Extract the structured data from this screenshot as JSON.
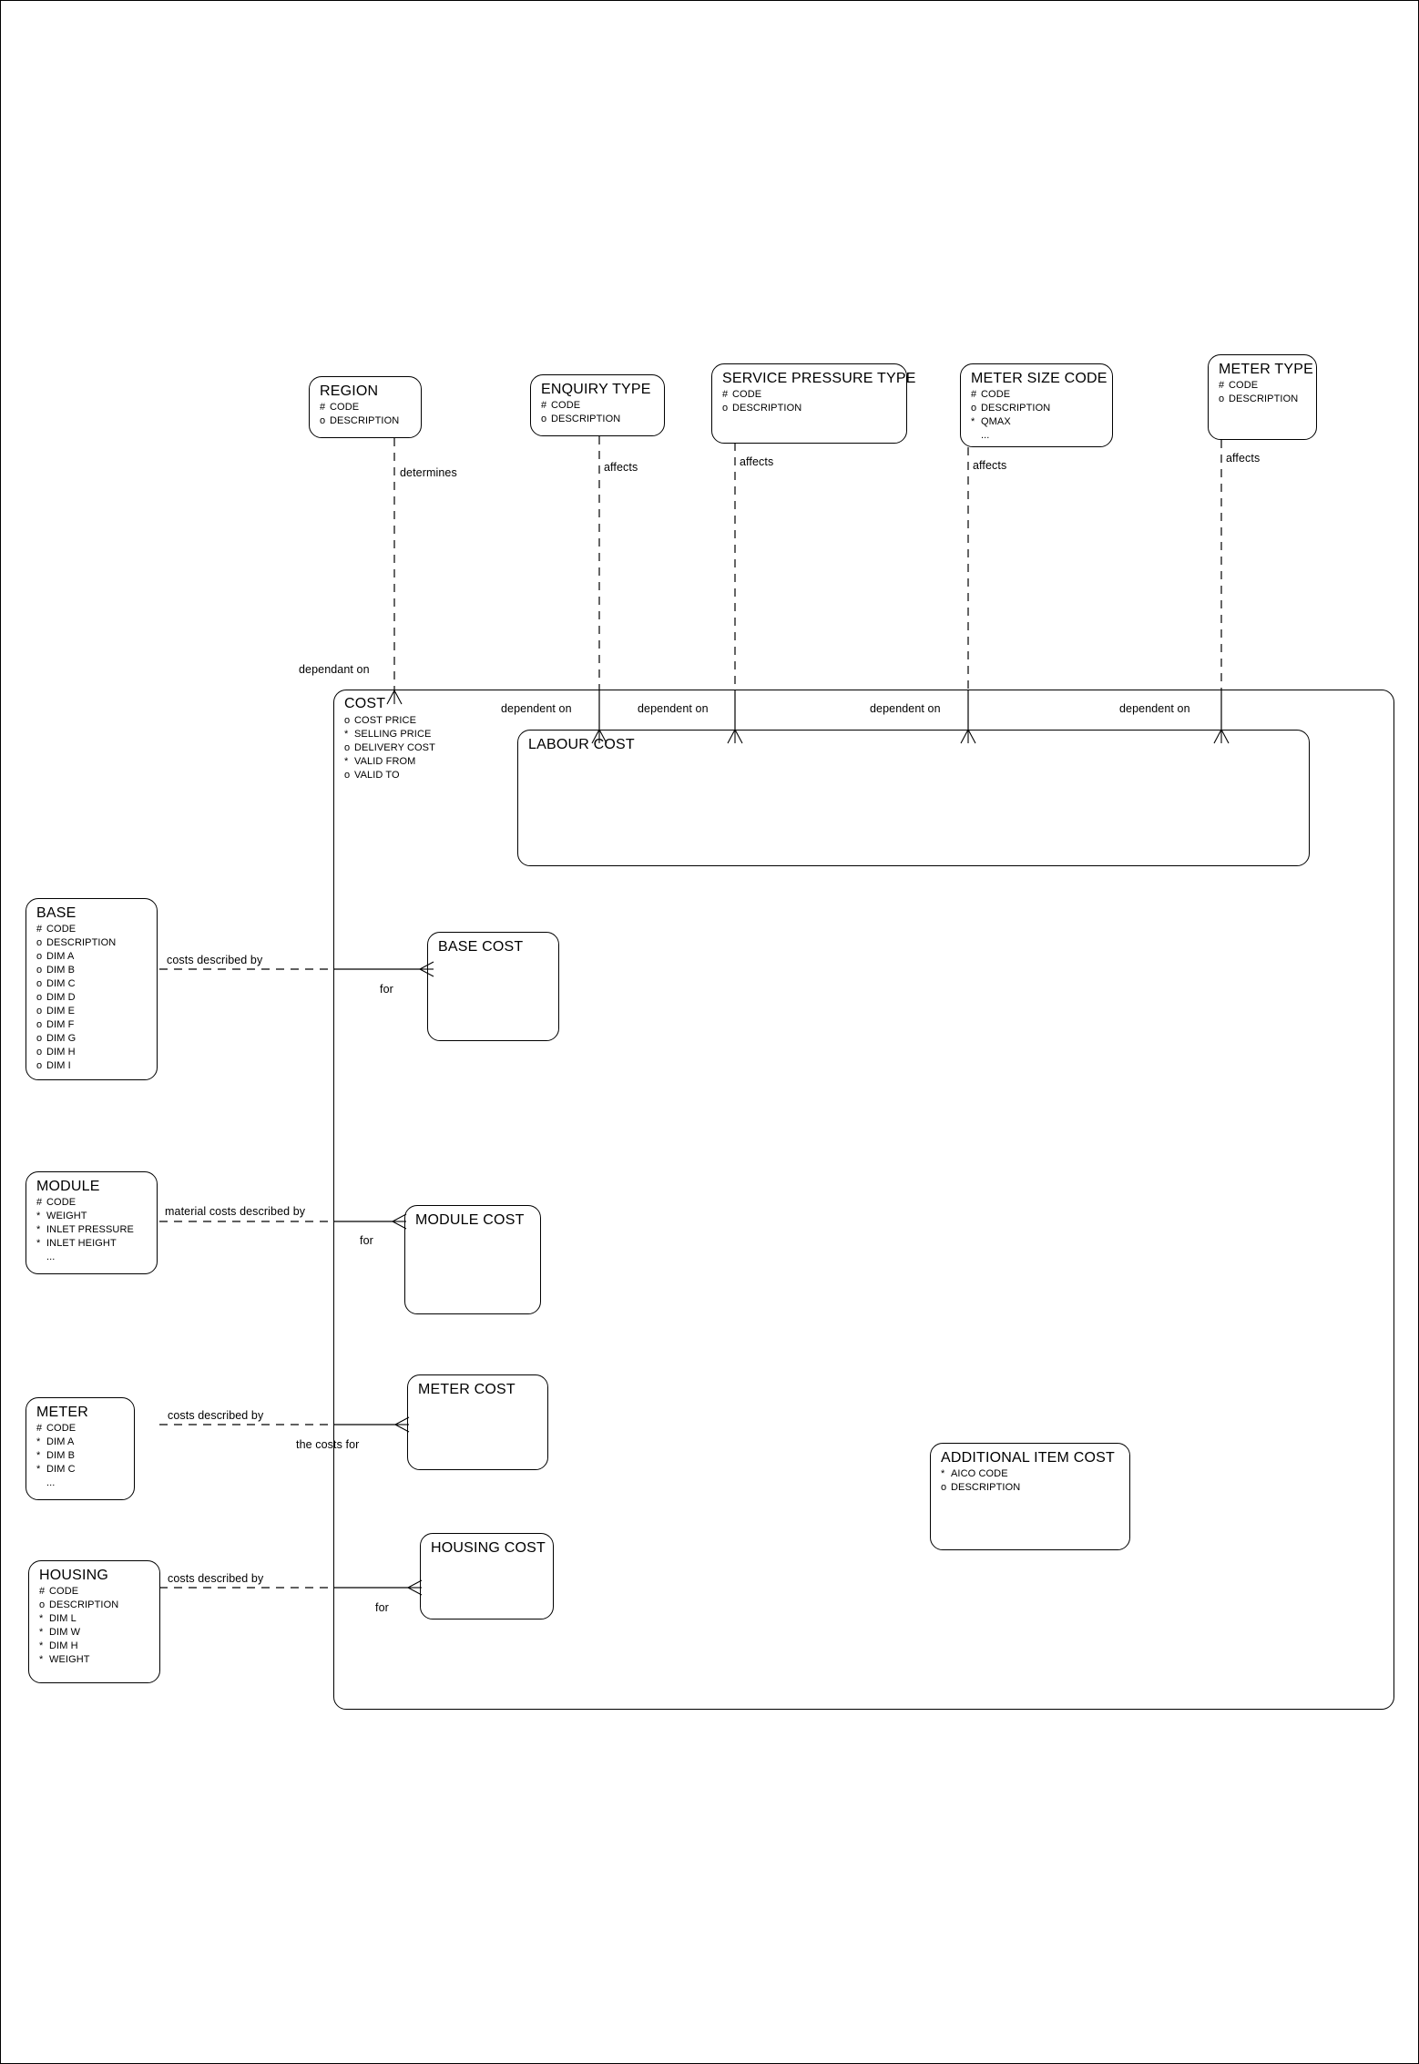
{
  "diagram": {
    "title": "Cost Model Entity Relationship Diagram",
    "notation": "barker-erd",
    "stroke_color": "#000000",
    "background_color": "#ffffff"
  },
  "entities": {
    "region": {
      "name": "REGION",
      "attributes": [
        {
          "mark": "#",
          "label": "CODE"
        },
        {
          "mark": "o",
          "label": "DESCRIPTION"
        }
      ]
    },
    "enquiry_type": {
      "name": "ENQUIRY TYPE",
      "attributes": [
        {
          "mark": "#",
          "label": "CODE"
        },
        {
          "mark": "o",
          "label": "DESCRIPTION"
        }
      ]
    },
    "service_pressure_type": {
      "name": "SERVICE PRESSURE TYPE",
      "attributes": [
        {
          "mark": "#",
          "label": "CODE"
        },
        {
          "mark": "o",
          "label": "DESCRIPTION"
        }
      ]
    },
    "meter_size_code": {
      "name": "METER SIZE CODE",
      "attributes": [
        {
          "mark": "#",
          "label": "CODE"
        },
        {
          "mark": "o",
          "label": "DESCRIPTION"
        },
        {
          "mark": "*",
          "label": "QMAX"
        },
        {
          "mark": "",
          "label": "..."
        }
      ]
    },
    "meter_type": {
      "name": "METER TYPE",
      "attributes": [
        {
          "mark": "#",
          "label": "CODE"
        },
        {
          "mark": "o",
          "label": "DESCRIPTION"
        }
      ]
    },
    "cost": {
      "name": "COST",
      "attributes": [
        {
          "mark": "o",
          "label": "COST PRICE"
        },
        {
          "mark": "*",
          "label": "SELLING PRICE"
        },
        {
          "mark": "o",
          "label": "DELIVERY COST"
        },
        {
          "mark": "*",
          "label": "VALID FROM"
        },
        {
          "mark": "o",
          "label": "VALID TO"
        }
      ]
    },
    "labour_cost": {
      "name": "LABOUR COST",
      "attributes": []
    },
    "base": {
      "name": "BASE",
      "attributes": [
        {
          "mark": "#",
          "label": "CODE"
        },
        {
          "mark": "o",
          "label": "DESCRIPTION"
        },
        {
          "mark": "o",
          "label": "DIM A"
        },
        {
          "mark": "o",
          "label": "DIM B"
        },
        {
          "mark": "o",
          "label": "DIM C"
        },
        {
          "mark": "o",
          "label": "DIM D"
        },
        {
          "mark": "o",
          "label": "DIM E"
        },
        {
          "mark": "o",
          "label": "DIM F"
        },
        {
          "mark": "o",
          "label": "DIM G"
        },
        {
          "mark": "o",
          "label": "DIM H"
        },
        {
          "mark": "o",
          "label": "DIM I"
        }
      ]
    },
    "base_cost": {
      "name": "BASE COST",
      "attributes": []
    },
    "module": {
      "name": "MODULE",
      "attributes": [
        {
          "mark": "#",
          "label": "CODE"
        },
        {
          "mark": "*",
          "label": "WEIGHT"
        },
        {
          "mark": "*",
          "label": "INLET PRESSURE"
        },
        {
          "mark": "*",
          "label": "INLET HEIGHT"
        },
        {
          "mark": "",
          "label": "..."
        }
      ]
    },
    "module_cost": {
      "name": "MODULE COST",
      "attributes": []
    },
    "meter": {
      "name": "METER",
      "attributes": [
        {
          "mark": "#",
          "label": "CODE"
        },
        {
          "mark": "*",
          "label": "DIM A"
        },
        {
          "mark": "*",
          "label": "DIM B"
        },
        {
          "mark": "*",
          "label": "DIM C"
        },
        {
          "mark": "",
          "label": "..."
        }
      ]
    },
    "meter_cost": {
      "name": "METER COST",
      "attributes": []
    },
    "housing": {
      "name": "HOUSING",
      "attributes": [
        {
          "mark": "#",
          "label": "CODE"
        },
        {
          "mark": "o",
          "label": "DESCRIPTION"
        },
        {
          "mark": "*",
          "label": "DIM L"
        },
        {
          "mark": "*",
          "label": "DIM W"
        },
        {
          "mark": "*",
          "label": "DIM H"
        },
        {
          "mark": "*",
          "label": "WEIGHT"
        }
      ]
    },
    "housing_cost": {
      "name": "HOUSING COST",
      "attributes": []
    },
    "additional_item_cost": {
      "name": "ADDITIONAL ITEM COST",
      "attributes": [
        {
          "mark": "*",
          "label": "AICO CODE"
        },
        {
          "mark": "o",
          "label": "DESCRIPTION"
        }
      ]
    }
  },
  "relationship_labels": {
    "region_determines": "determines",
    "region_dependant_on": "dependant on",
    "enquiry_affects": "affects",
    "enquiry_dependent_on": "dependent on",
    "service_pressure_affects": "affects",
    "service_pressure_dependent_on": "dependent on",
    "meter_size_affects": "affects",
    "meter_size_dependent_on": "dependent on",
    "meter_type_affects": "affects",
    "meter_type_dependent_on": "dependent on",
    "base_costs_described_by": "costs described by",
    "base_for": "for",
    "module_material_costs_described_by": "material costs described by",
    "module_for": "for",
    "meter_costs_described_by": "costs described by",
    "meter_the_costs_for": "the costs for",
    "housing_costs_described_by": "costs described by",
    "housing_for": "for"
  }
}
